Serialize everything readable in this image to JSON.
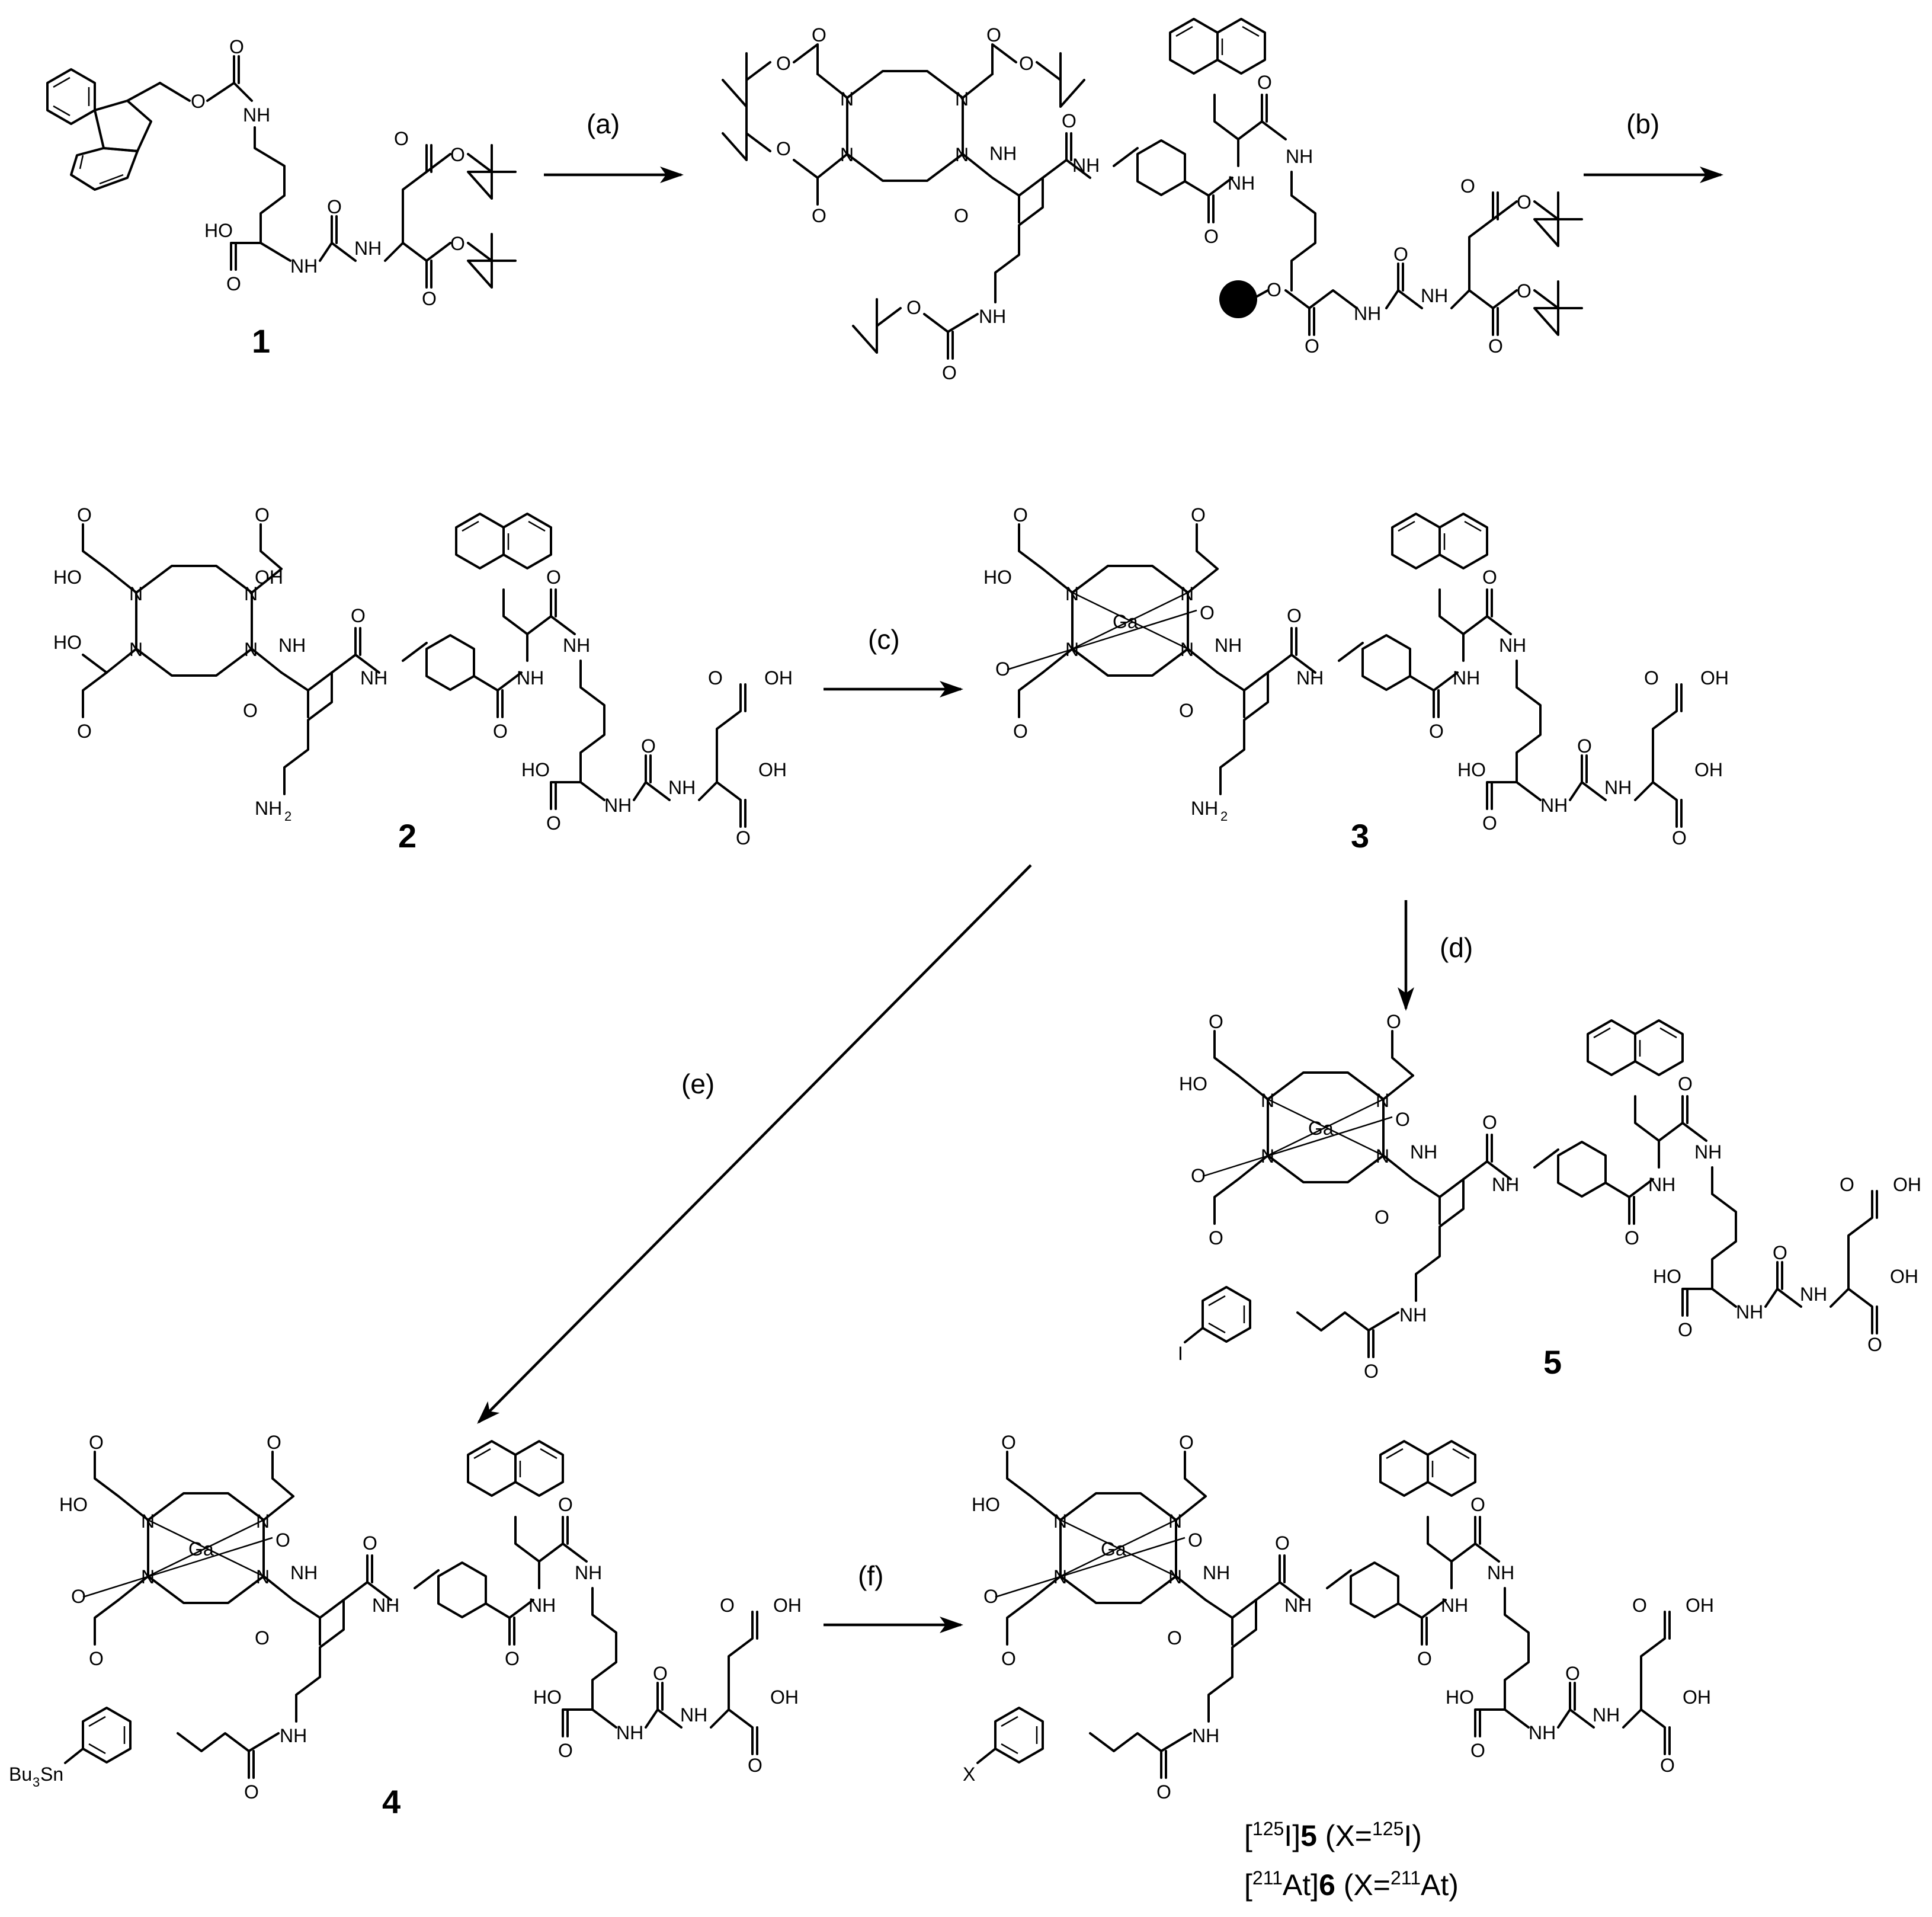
{
  "steps": [
    {
      "id": "a",
      "label": "(a)"
    },
    {
      "id": "b",
      "label": "(b)"
    },
    {
      "id": "c",
      "label": "(c)"
    },
    {
      "id": "d",
      "label": "(d)"
    },
    {
      "id": "e",
      "label": "(e)"
    },
    {
      "id": "f",
      "label": "(f)"
    }
  ],
  "compounds": [
    {
      "id": "1",
      "label": "1"
    },
    {
      "id": "2",
      "label": "2"
    },
    {
      "id": "3",
      "label": "3"
    },
    {
      "id": "4",
      "label": "4"
    },
    {
      "id": "5",
      "label": "5"
    }
  ],
  "final_products": {
    "line1": {
      "open": "[",
      "iso1": "125",
      "el1": "I]",
      "num": "5",
      "paren_open": " (X=",
      "iso2": "125",
      "el2": "I)"
    },
    "line2": {
      "open": "[",
      "iso1": "211",
      "el1": "At]",
      "num": "6",
      "paren_open": " (X=",
      "iso2": "211",
      "el2": "At)"
    }
  },
  "atom_labels": {
    "O": "O",
    "N": "N",
    "NH": "NH",
    "H": "H",
    "HO": "HO",
    "OH": "OH",
    "Ga": "Ga",
    "NH2": "NH",
    "NH2_sub": "2",
    "I": "I",
    "X": "X",
    "Bu3Sn": "Bu",
    "Bu3Sn_sub": "3",
    "Bu3Sn_tail": "Sn"
  }
}
